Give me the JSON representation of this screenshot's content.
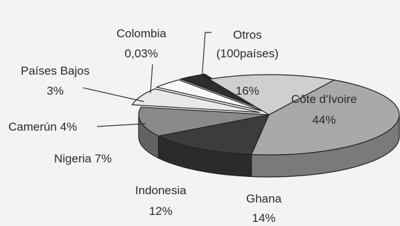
{
  "chart_data": {
    "type": "pie",
    "style": "3d-exploded-grayscale",
    "title": "",
    "slices": [
      {
        "label": "Côte d'Ivoire",
        "value_text": "44%",
        "value": 44,
        "color": "#a9a9a9"
      },
      {
        "label": "Ghana",
        "value_text": "14%",
        "value": 14,
        "color": "#3c3c3c"
      },
      {
        "label": "Indonesia",
        "value_text": "12%",
        "value": 12,
        "color": "#8a8a8a"
      },
      {
        "label": "Nigeria",
        "value_text": "7%",
        "value": 7,
        "color": "#e9e9e9"
      },
      {
        "label": "Camerún",
        "value_text": "4%",
        "value": 4,
        "color": "#f8f8f8"
      },
      {
        "label": "Países Bajos",
        "value_text": "3%",
        "value": 3,
        "color": "#2d2d2d"
      },
      {
        "label": "Colombia",
        "value_text": "0,03%",
        "value": 0.03,
        "color": "#1e1e1e"
      },
      {
        "label": "Otros\n(100países)",
        "value_text": "16%",
        "value": 16,
        "color": "#cfcfcf"
      }
    ]
  }
}
